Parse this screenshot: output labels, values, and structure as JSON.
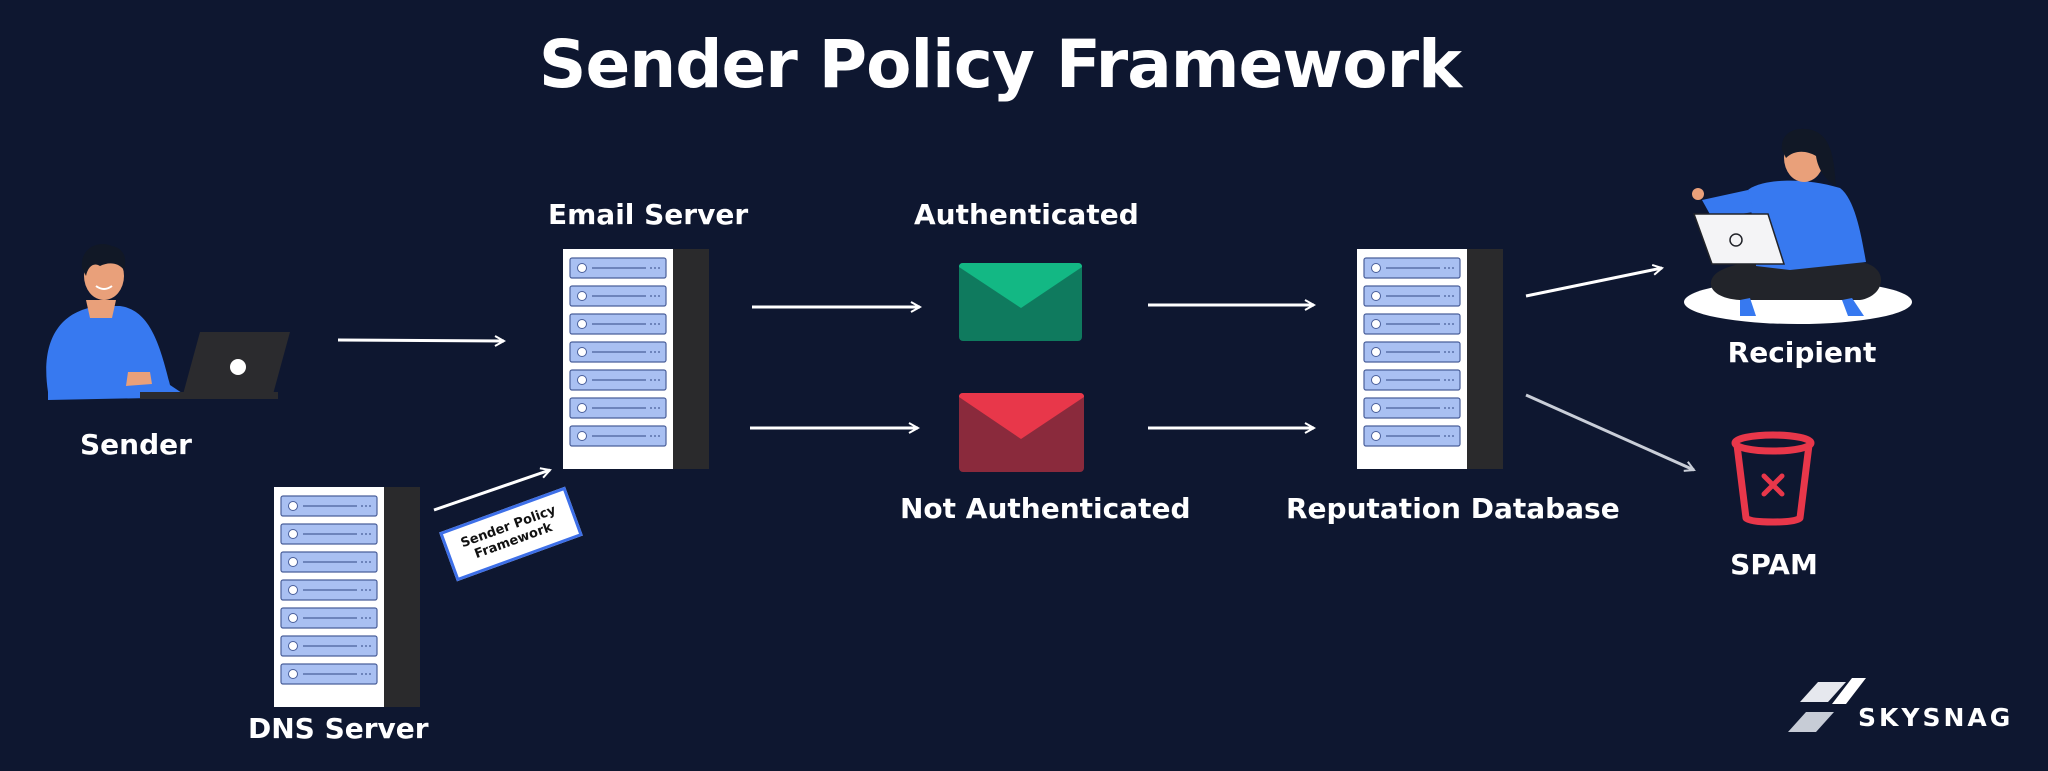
{
  "title": "Sender Policy Framework",
  "nodes": {
    "sender": "Sender",
    "dns_server": "DNS Server",
    "email_server": "Email Server",
    "authenticated": "Authenticated",
    "not_authenticated": "Not Authenticated",
    "reputation_database": "Reputation Database",
    "recipient": "Recipient",
    "spam": "SPAM"
  },
  "policy_tag": {
    "line1": "Sender Policy",
    "line2": "Framework"
  },
  "brand": "SKYSNAG",
  "colors": {
    "background": "#0e1730",
    "person_blue": "#3779f0",
    "server_row": "#a9c0f2",
    "auth_green": "#0f7a5e",
    "auth_green_flap": "#13b884",
    "reject_red": "#8a2a3c",
    "reject_red_flap": "#e8374a",
    "spam_red": "#e8374a"
  },
  "icons": [
    "person-sender-icon",
    "laptop-icon",
    "server-icon",
    "envelope-icon",
    "person-recipient-icon",
    "trash-bin-icon",
    "skysnag-logo-icon"
  ]
}
